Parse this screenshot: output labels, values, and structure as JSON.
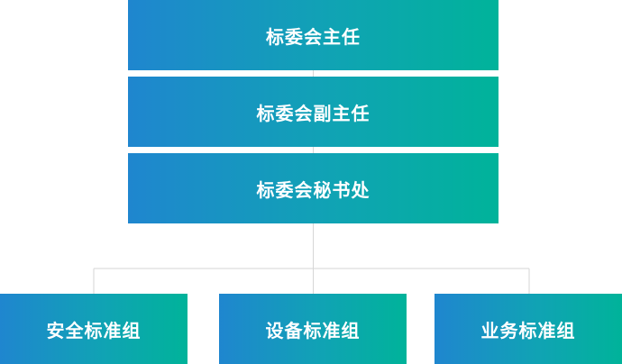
{
  "diagram": {
    "top_nodes": [
      {
        "label": "标委会主任"
      },
      {
        "label": "标委会副主任"
      },
      {
        "label": "标委会秘书处"
      }
    ],
    "bottom_nodes": [
      {
        "label": "安全标准组"
      },
      {
        "label": "设备标准组"
      },
      {
        "label": "业务标准组"
      }
    ],
    "colors": {
      "gradient_start": "#1f86cf",
      "gradient_mid": "#10a3b4",
      "gradient_end": "#00b39a",
      "connector": "#d6d6d6"
    }
  }
}
